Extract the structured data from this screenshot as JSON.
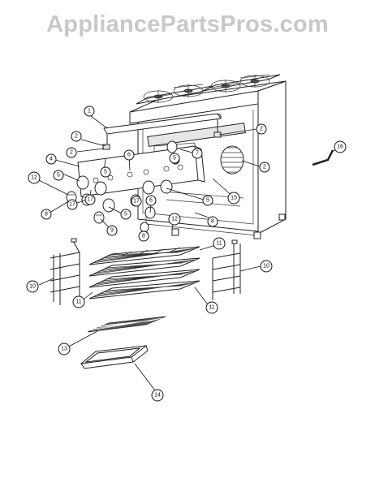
{
  "watermark": "AppliancePartsPros.com",
  "callouts": [
    {
      "id": "c1",
      "label": "1"
    },
    {
      "id": "c2a",
      "label": "2"
    },
    {
      "id": "c2b",
      "label": "2"
    },
    {
      "id": "c2c",
      "label": "2"
    },
    {
      "id": "c2d",
      "label": "2"
    },
    {
      "id": "c4",
      "label": "4"
    },
    {
      "id": "c5a",
      "label": "5"
    },
    {
      "id": "c5b",
      "label": "5"
    },
    {
      "id": "c5c",
      "label": "5"
    },
    {
      "id": "c5d",
      "label": "5"
    },
    {
      "id": "c5e",
      "label": "5"
    },
    {
      "id": "c6a",
      "label": "6"
    },
    {
      "id": "c6b",
      "label": "6"
    },
    {
      "id": "c7",
      "label": "7"
    },
    {
      "id": "c8a",
      "label": "8"
    },
    {
      "id": "c8b",
      "label": "8"
    },
    {
      "id": "c8c",
      "label": "8"
    },
    {
      "id": "c9",
      "label": "9"
    },
    {
      "id": "c10a",
      "label": "10"
    },
    {
      "id": "c10b",
      "label": "10"
    },
    {
      "id": "c11a",
      "label": "11"
    },
    {
      "id": "c11b",
      "label": "11"
    },
    {
      "id": "c11c",
      "label": "11"
    },
    {
      "id": "c12a",
      "label": "12"
    },
    {
      "id": "c12b",
      "label": "12"
    },
    {
      "id": "c13",
      "label": "13"
    },
    {
      "id": "c14",
      "label": "14"
    },
    {
      "id": "c15",
      "label": "15"
    },
    {
      "id": "c16",
      "label": "16"
    },
    {
      "id": "c17a",
      "label": "17"
    },
    {
      "id": "c17b",
      "label": "17"
    },
    {
      "id": "c17c",
      "label": "17"
    }
  ]
}
